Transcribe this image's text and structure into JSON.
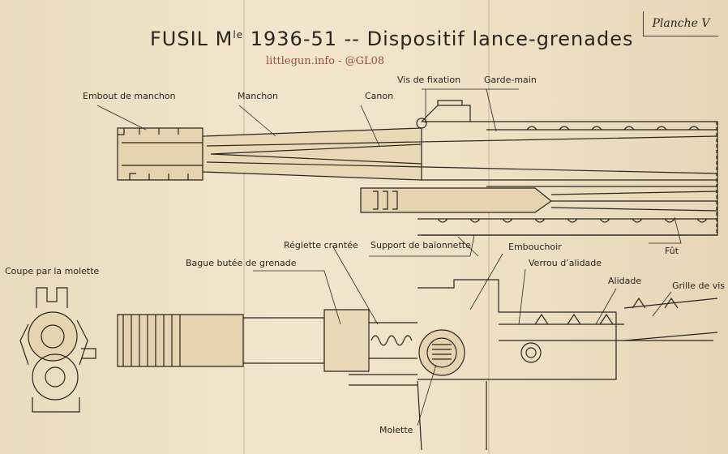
{
  "header": {
    "title_main": "FUSIL M",
    "title_sup": "le",
    "title_rest": " 1936-51  --  Dispositif lance-grenades",
    "planche": "Planche V",
    "watermark": "littlegun.info - @GL08"
  },
  "labels": {
    "embout": "Embout de manchon",
    "manchon": "Manchon",
    "canon": "Canon",
    "vis": "Vis de fixation",
    "garde_main": "Garde-main",
    "fut": "Fût",
    "reglette": "Réglette crantée",
    "support": "Support de baïonnette",
    "bague": "Bague butée de grenade",
    "embouchoir": "Embouchoir",
    "verrou": "Verrou d’alidade",
    "alidade": "Alidade",
    "grille": "Grille de vis",
    "coupe": "Coupe par la molette",
    "molette": "Molette"
  },
  "colors": {
    "paper": "#efe1c6",
    "ink": "#2a2520",
    "watermark": "#8b2d2d"
  }
}
